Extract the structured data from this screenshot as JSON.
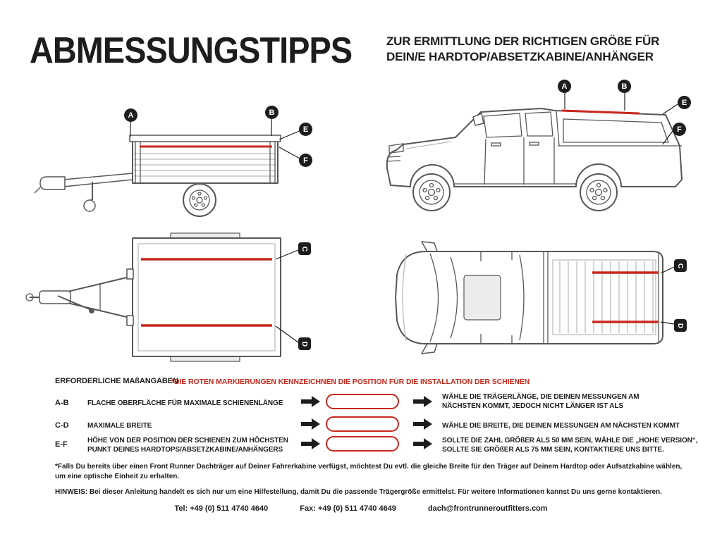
{
  "colors": {
    "accent_red": "#C8281E",
    "ink": "#1D1D1B",
    "line_gray": "#575756"
  },
  "header": {
    "title": "ABMESSUNGSTIPPS",
    "subtitle_line1": "ZUR ERMITTLUNG DER RICHTIGEN GRÖßE FÜR",
    "subtitle_line2": "DEIN/E HARDTOP/ABSETZKABINE/ANHÄNGER"
  },
  "markers": {
    "a": "A",
    "b": "B",
    "c": "C",
    "d": "D",
    "e": "E",
    "f": "F"
  },
  "measurements": {
    "heading": "ERFORDERLICHE MAßANGABEN",
    "red_note": "*DIE ROTEN MARKIERUNGEN KENNZEICHNEN DIE POSITION FÜR DIE INSTALLATION DER SCHIENEN",
    "rows": [
      {
        "code": "A-B",
        "label": "FLACHE OBERFLÄCHE FÜR MAXIMALE SCHIENENLÄNGE",
        "field_value": "",
        "result": "WÄHLE DIE TRÄGERLÄNGE, DIE DEINEN MESSUNGEN AM\nNÄCHSTEN KOMMT, JEDOCH NICHT LÄNGER IST ALS"
      },
      {
        "code": "C-D",
        "label": "MAXIMALE BREITE",
        "field_value": "",
        "result": "WÄHLE DIE BREITE, DIE DEINEN MESSUNGEN AM NÄCHSTEN KOMMT"
      },
      {
        "code": "E-F",
        "label": "HÖHE VON DER POSITION DER SCHIENEN ZUM HÖCHSTEN\nPUNKT DEINES HARDTOPS/ABSETZKABINE/ANHÄNGERS",
        "field_value": "",
        "result": "SOLLTE DIE ZAHL GRÖßER ALS 50 MM SEIN, WÄHLE DIE „HOHE VERSION“,\nSOLLTE SIE GRÖßER ALS 75 MM SEIN, KONTAKTIERE UNS BITTE."
      }
    ]
  },
  "footnotes": {
    "asterisk_note": "*Falls Du bereits über einen Front Runner Dachträger auf Deiner Fahrerkabine verfügst, möchtest Du evtl. die gleiche Breite für den Träger auf Deinem Hardtop oder Aufsatzkabine wählen,\num eine optische Einheit zu erhalten.",
    "hinweis": "HINWEIS: Bei dieser Anleitung handelt es sich nur um eine Hilfestellung, damit Du die passende Trägergröße ermittelst. Für weitere Informationen kannst Du uns gerne kontaktieren."
  },
  "contact": {
    "tel": "Tel: +49 (0) 511 4740 4640",
    "fax": "Fax: +49 (0) 511 4740 4649",
    "email": "dach@frontrunneroutfitters.com"
  }
}
